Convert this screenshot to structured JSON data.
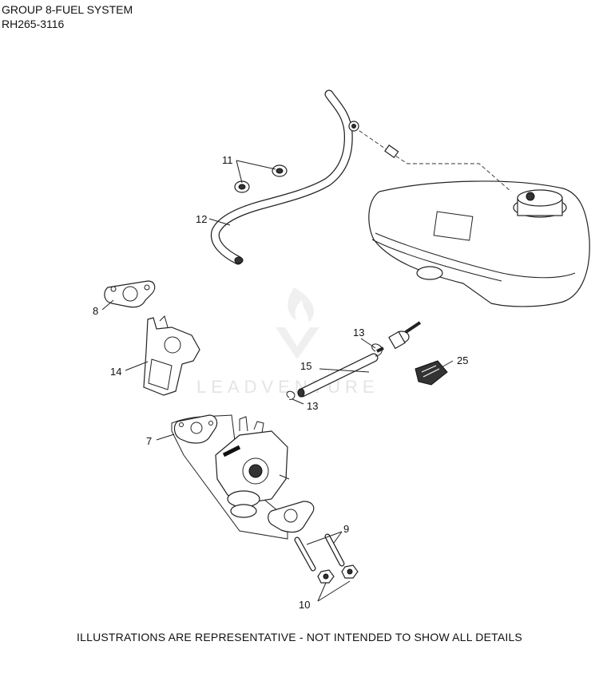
{
  "header": {
    "title": "GROUP 8-FUEL SYSTEM",
    "model": "RH265-3116"
  },
  "watermark": {
    "text": "LEADVENTURE"
  },
  "callouts": {
    "c7": "7",
    "c8": "8",
    "c9": "9",
    "c10": "10",
    "c11": "11",
    "c12": "12",
    "c13a": "13",
    "c13b": "13",
    "c14": "14",
    "c15": "15",
    "c25": "25"
  },
  "footer": {
    "note": "ILLUSTRATIONS ARE REPRESENTATIVE - NOT INTENDED TO SHOW ALL DETAILS"
  }
}
